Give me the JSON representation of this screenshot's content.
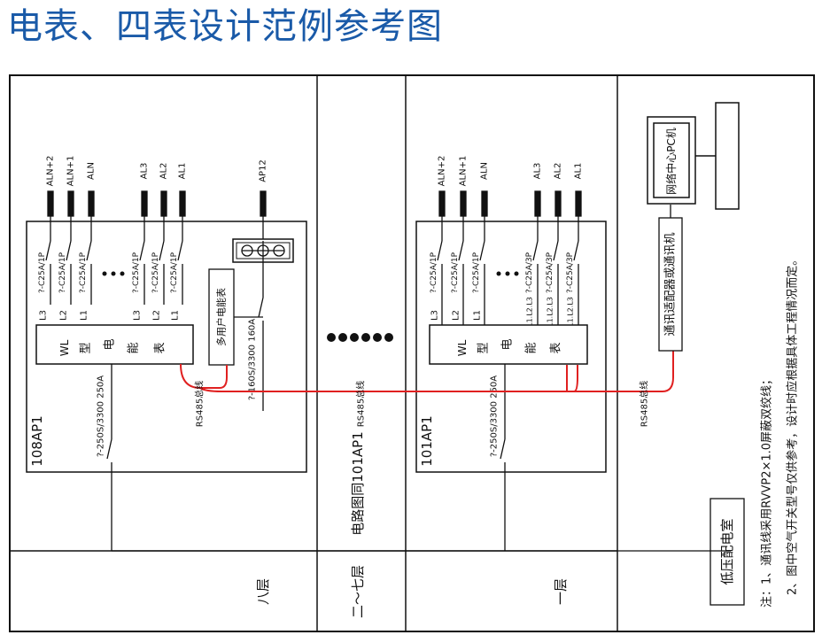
{
  "title": "电表、四表设计范例参考图",
  "colors": {
    "title": "#1a5aa8",
    "bus": "#e02020",
    "line": "#111111"
  },
  "floors": {
    "f8": "八层",
    "f2_7": "二～七层",
    "f1": "一层"
  },
  "mid_note": "电路图同101AP1",
  "ap108": {
    "name": "108AP1",
    "outlets": [
      "ALN+2",
      "ALN+1",
      "ALN",
      "AL3",
      "AL2",
      "AL1"
    ],
    "breakers": [
      "?-C25A/1P",
      "?-C25A/1P",
      "?-C25A/1P",
      "?-C25A/1P",
      "?-C25A/1P",
      "?-C25A/1P"
    ],
    "phases": [
      "L3",
      "L2",
      "L1",
      "L3",
      "L2",
      "L1"
    ],
    "meter_chars": [
      "WL",
      "型",
      "电",
      "能",
      "表"
    ],
    "multi_meter": "多用户电能表",
    "ap12": "AP12",
    "ap12_breaker": "?-160S/3300 160A",
    "main_breaker": "?-250S/3300 250A",
    "rs485": "RS485总线"
  },
  "ap101": {
    "name": "101AP1",
    "outlets": [
      "ALN+2",
      "ALN+1",
      "ALN",
      "AL3",
      "AL2",
      "AL1"
    ],
    "breakers": [
      "?-C25A/1P",
      "?-C25A/1P",
      "?-C25A/1P",
      "?-C25A/3P",
      "?-C25A/3P",
      "?-C25A/3P"
    ],
    "phases": [
      "L3",
      "L2",
      "L1",
      "L1.L2.L3",
      "L1.L2.L3",
      "L1.L2.L3"
    ],
    "meter_chars": [
      "WL",
      "型",
      "电",
      "能",
      "表"
    ],
    "main_breaker": "?-250S/3300 250A",
    "rs485": "RS485总线"
  },
  "mid_rs485": "RS485总线",
  "adapter": "通讯适配器或通讯机",
  "pc": "网络中心PC机",
  "low_voltage_room": "低压配电室",
  "notes": [
    "注：1、通讯线采用RVVP2×1.0屏蔽双绞线；",
    "2、图中空气开关型号仅供参考，设计时应根据具体工程情况而定。"
  ]
}
